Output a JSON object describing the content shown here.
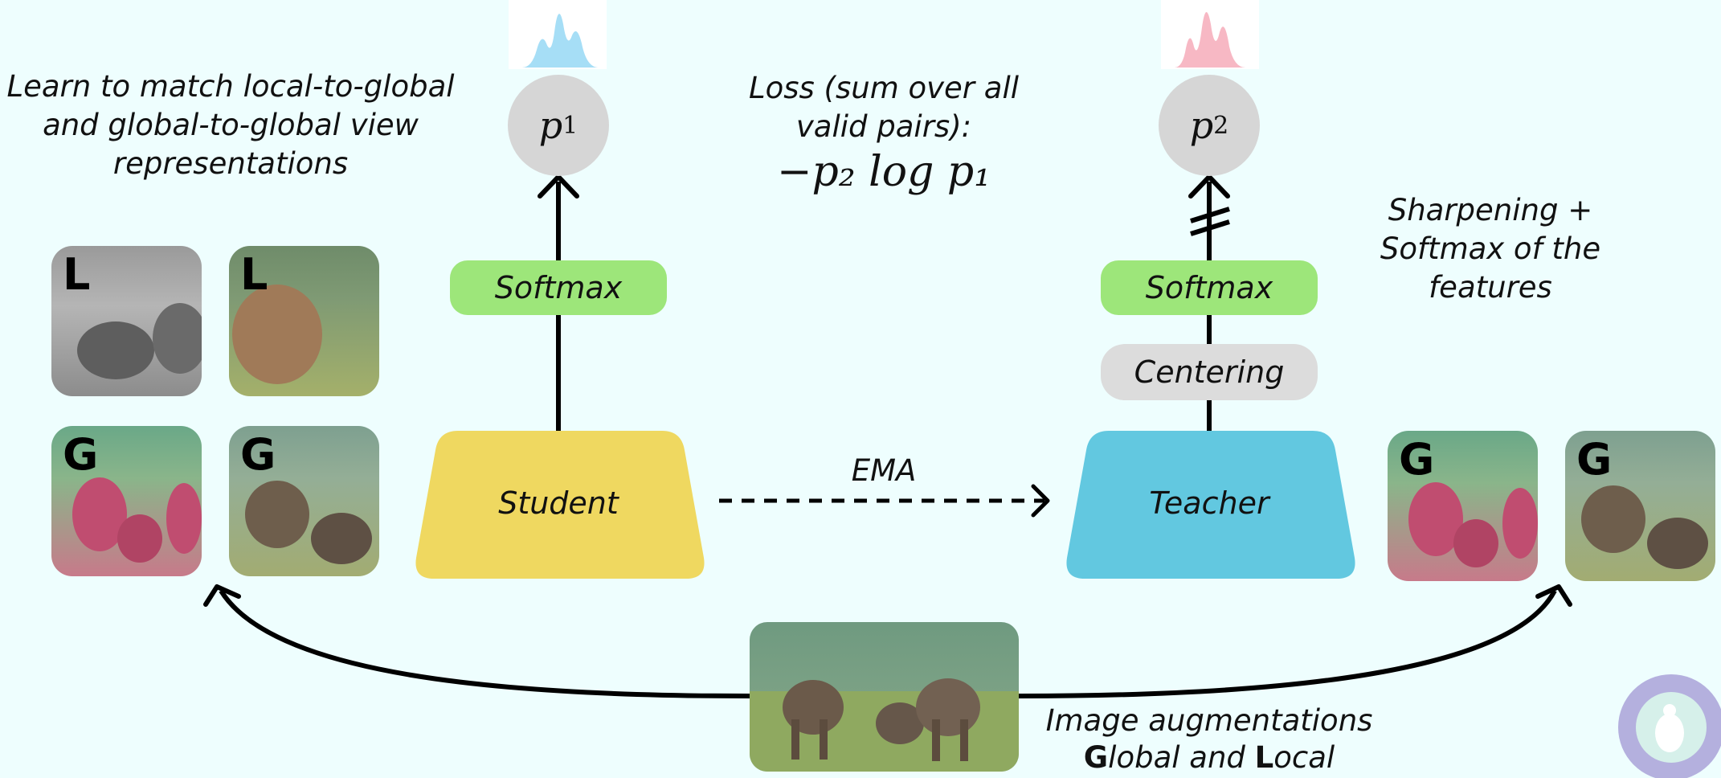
{
  "left_caption": [
    "Learn to match local-to-global",
    "and global-to-global view",
    "representations"
  ],
  "loss": {
    "line1": "Loss (sum over all",
    "line2": "valid pairs):",
    "formula": "−p₂ log p₁"
  },
  "student": {
    "label": "Student",
    "softmax": "Softmax",
    "output": "p",
    "output_sub": "1",
    "color": "#efd860"
  },
  "teacher": {
    "label": "Teacher",
    "softmax": "Softmax",
    "centering": "Centering",
    "output": "p",
    "output_sub": "2",
    "color": "#62c8e0"
  },
  "ema_label": "EMA",
  "right_caption": [
    "Sharpening +",
    "Softmax of the",
    "features"
  ],
  "bottom_caption": {
    "line1": "Image augmentations",
    "g": "G",
    "lobal_and": "lobal and ",
    "l": "L",
    "ocal": "ocal"
  },
  "thumbnails": {
    "local_letter": "L",
    "global_letter": "G"
  },
  "distribution_colors": {
    "student": "#a6def6",
    "teacher": "#f7b8c4"
  }
}
